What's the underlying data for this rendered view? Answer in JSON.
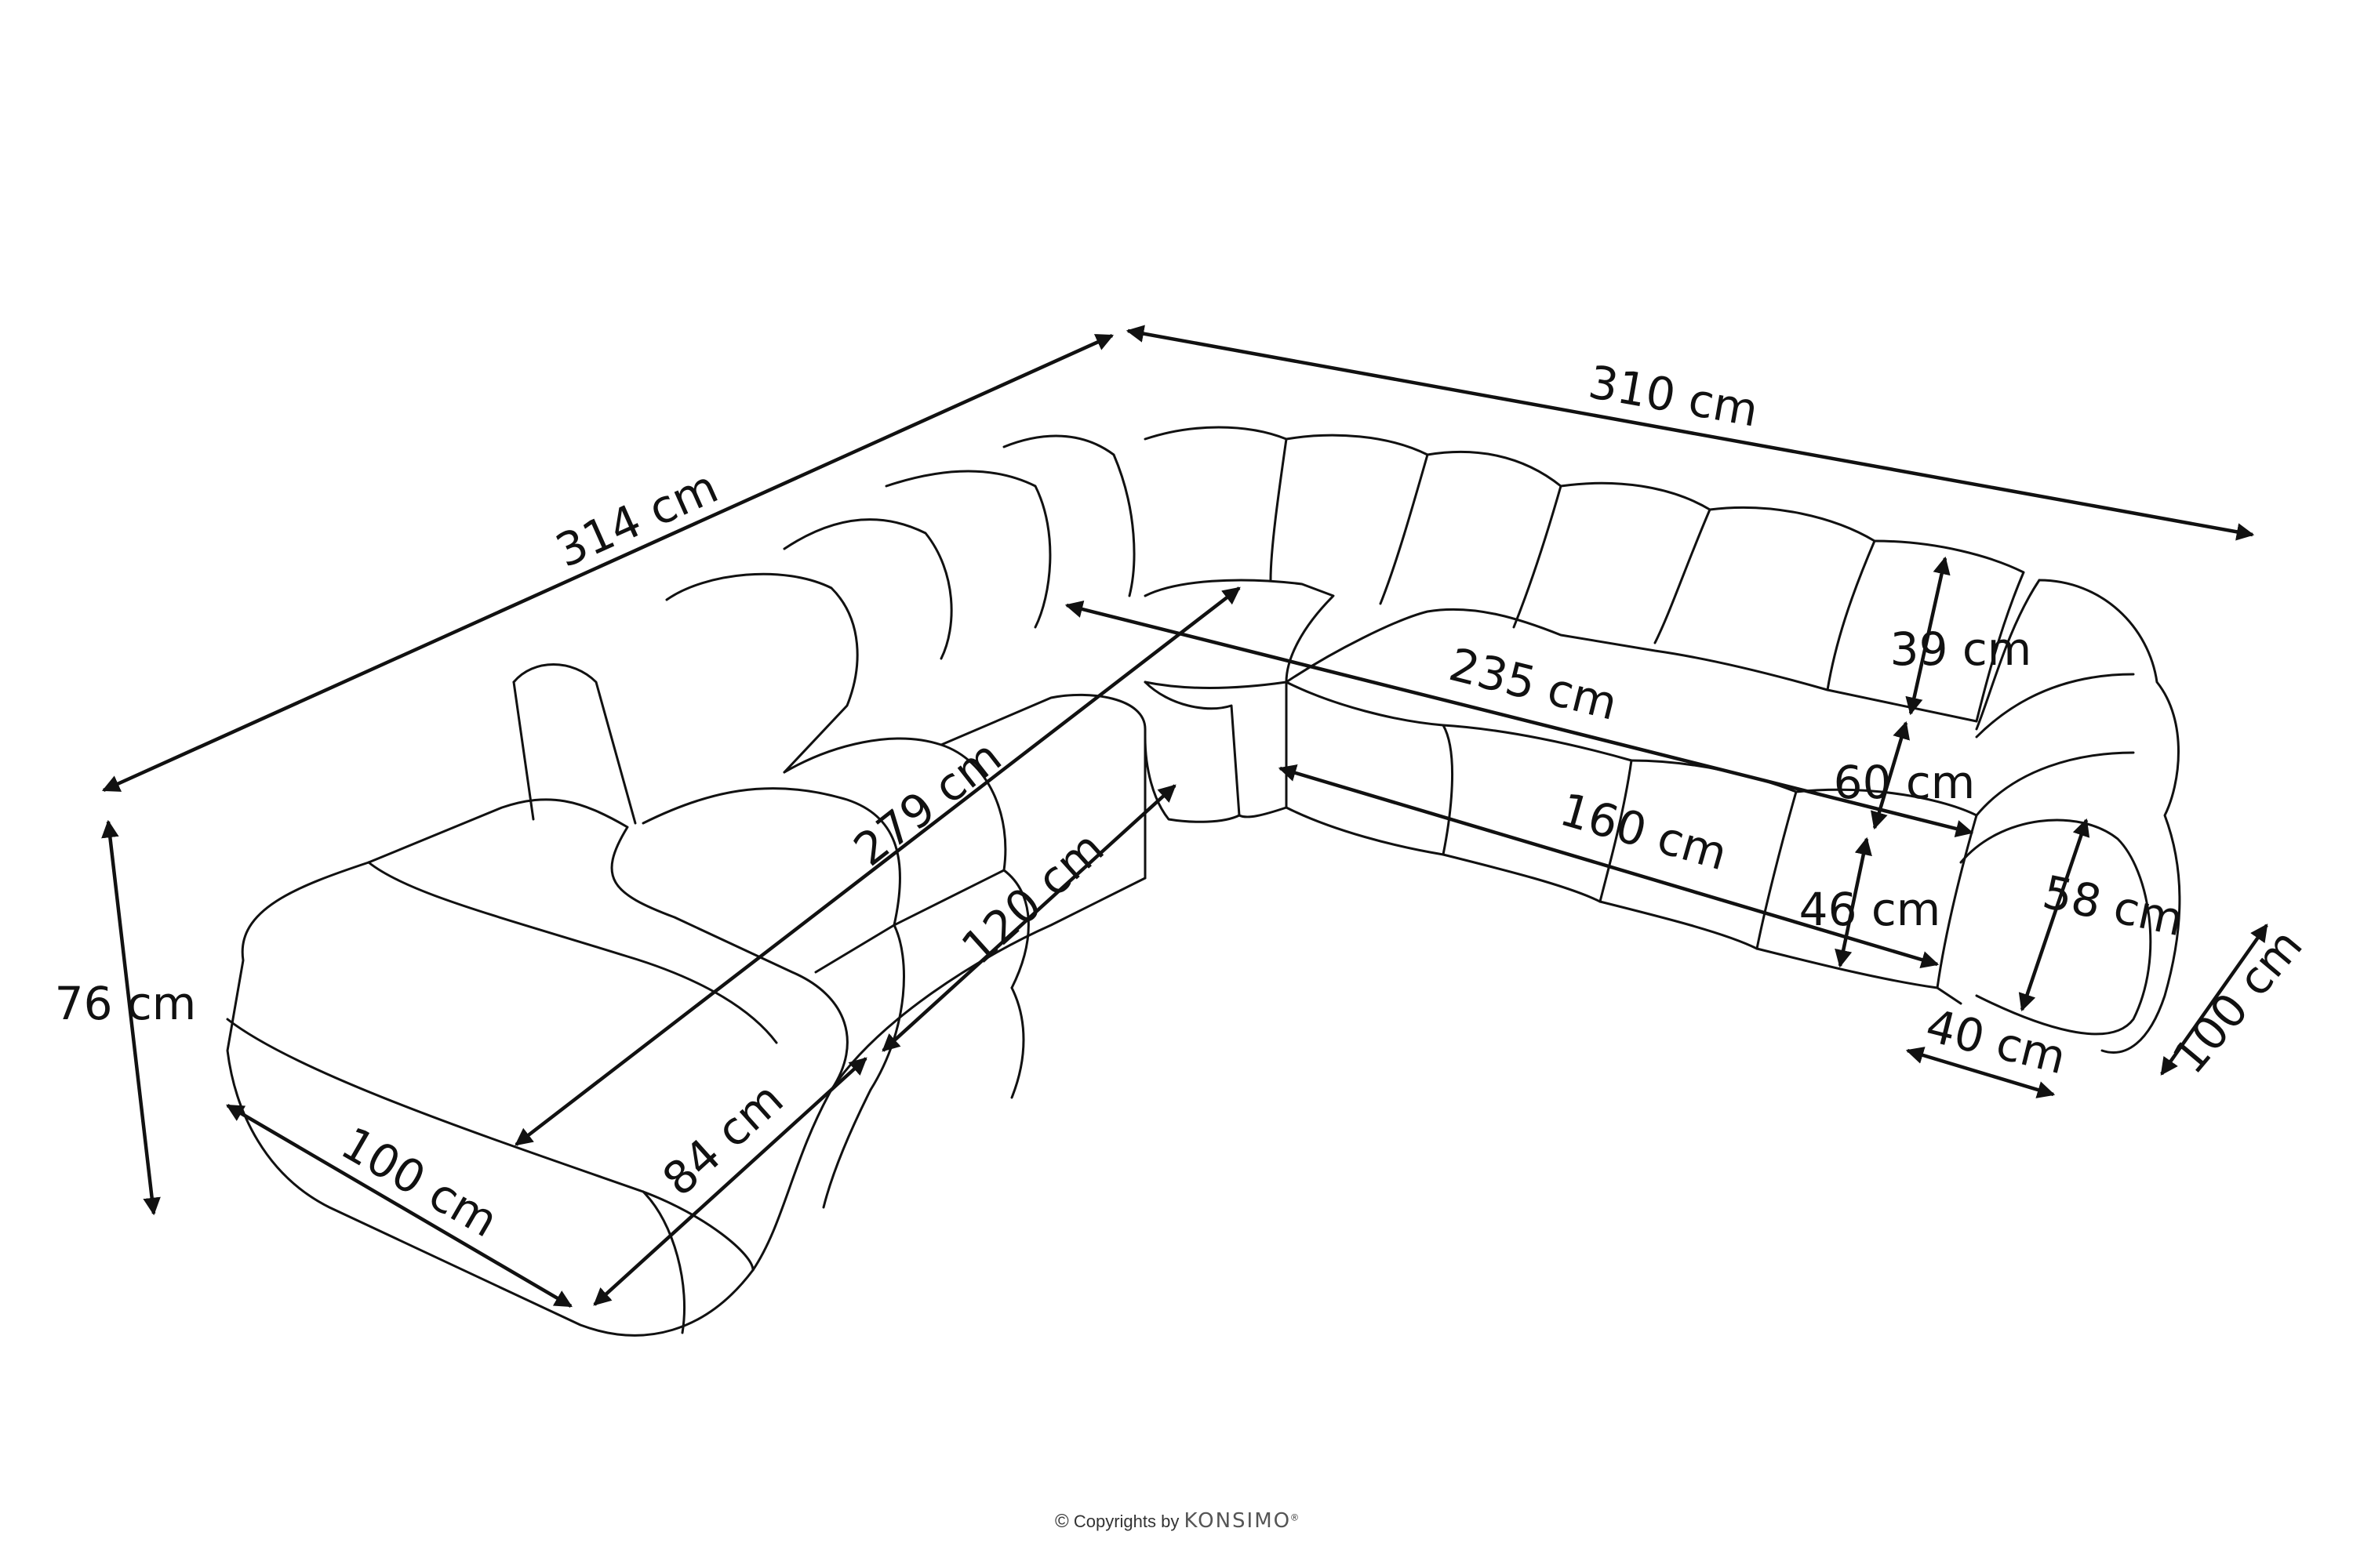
{
  "dimensions": {
    "d314": "314 cm",
    "d310": "310 cm",
    "d76": "76 cm",
    "d279": "279 cm",
    "d235": "235 cm",
    "d39": "39 cm",
    "d60": "60 cm",
    "d160": "160 cm",
    "d120": "120 cm",
    "d46": "46 cm",
    "d58": "58 cm",
    "d40": "40 cm",
    "d100_right": "100 cm",
    "d100_left": "100 cm",
    "d84": "84 cm"
  },
  "footer": {
    "copyright_symbol": "©",
    "copyright_text": "Copyrights by",
    "brand": "KONSIMO",
    "registered": "®"
  },
  "colors": {
    "line": "#111111",
    "background": "#ffffff"
  }
}
